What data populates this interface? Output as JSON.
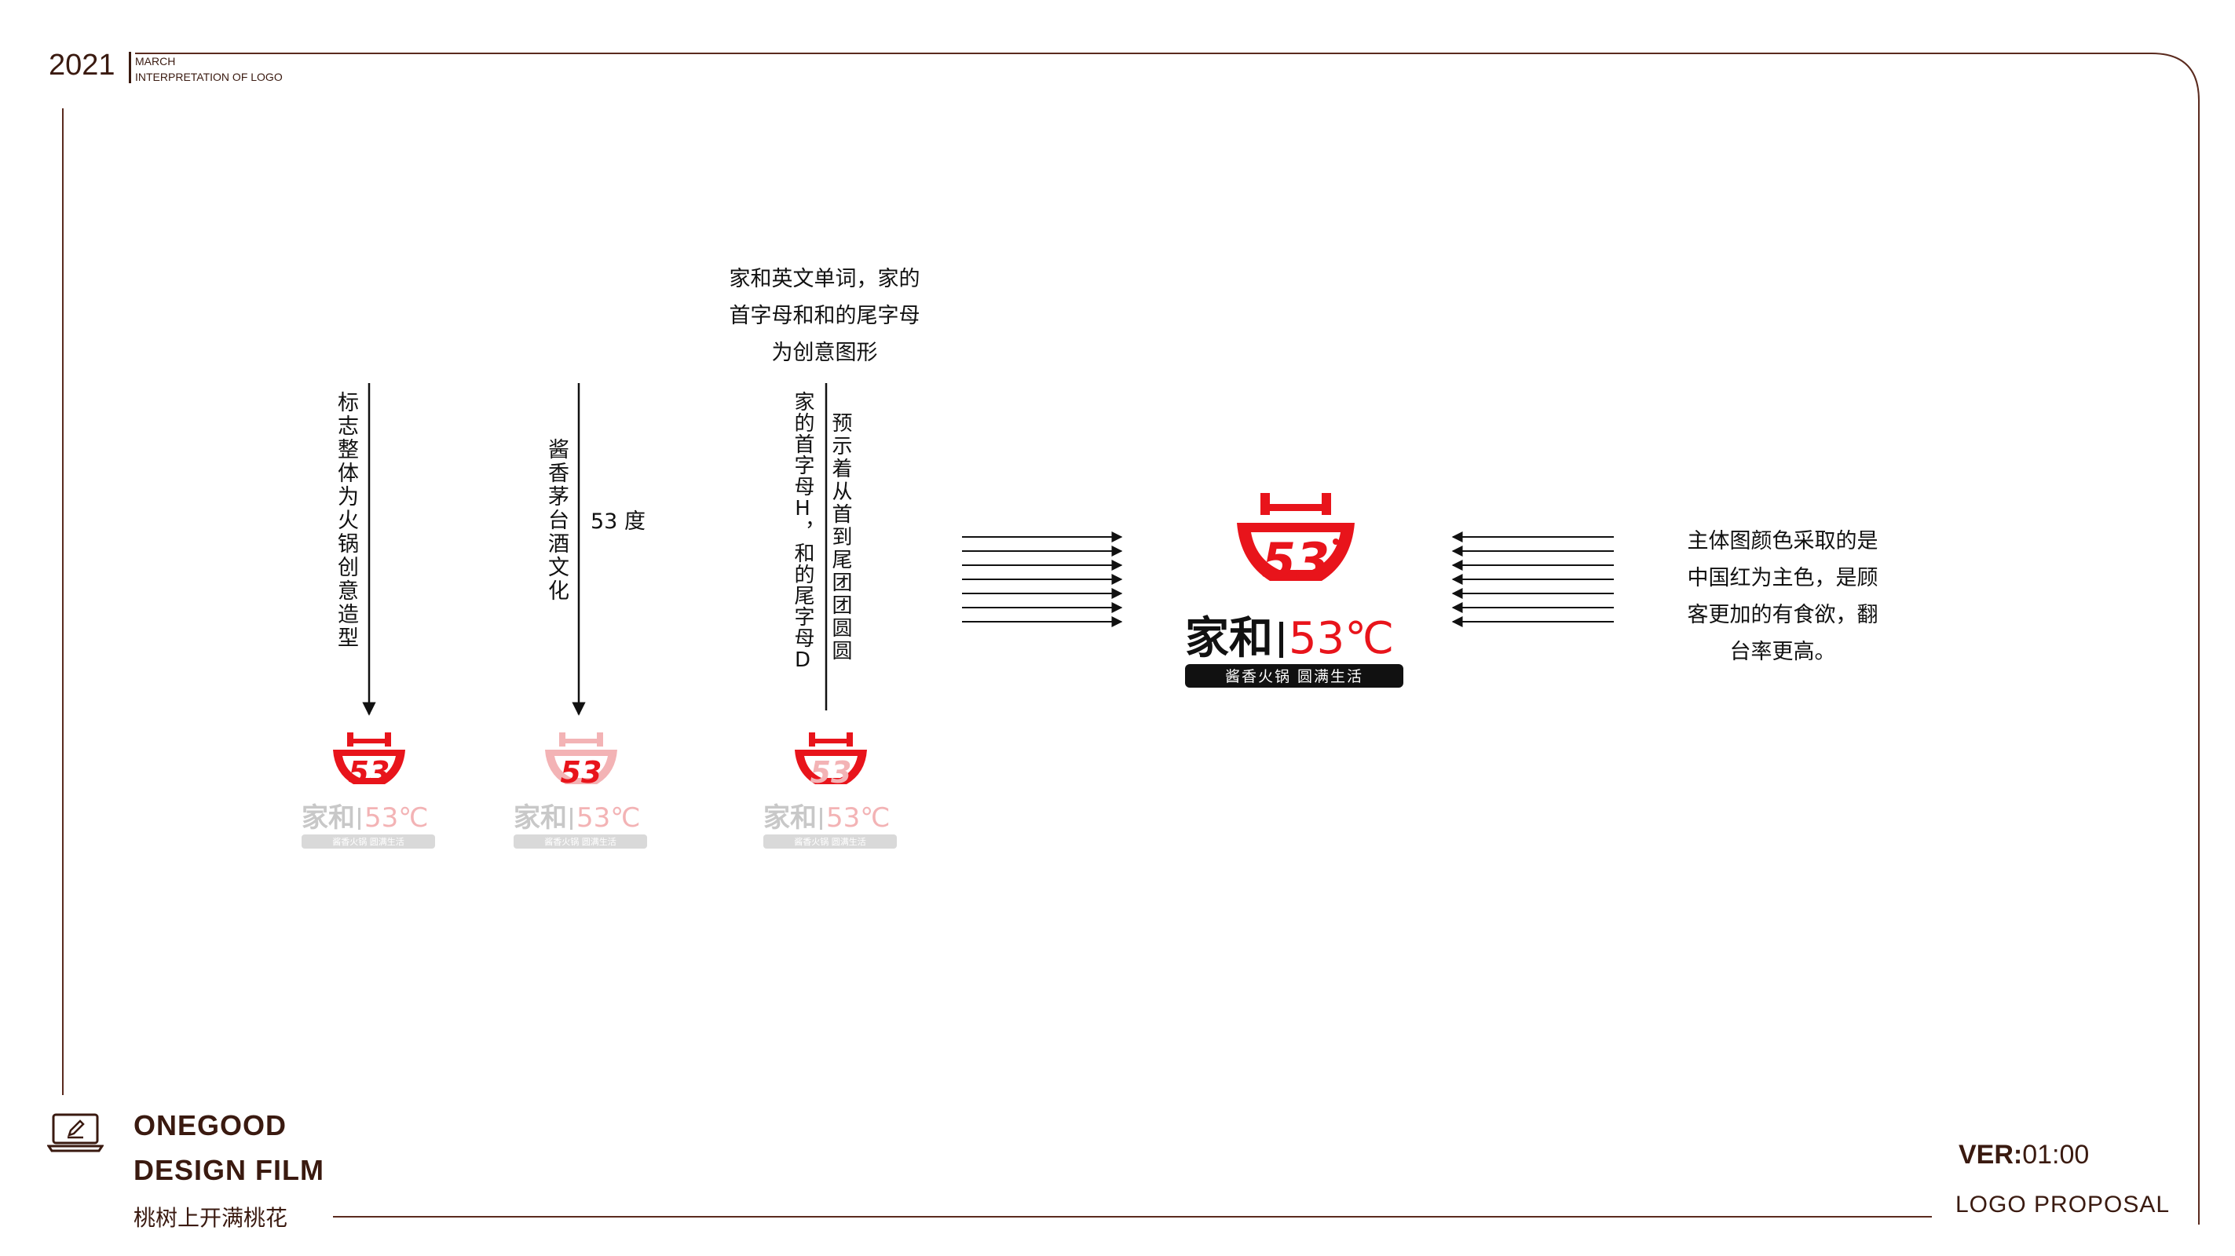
{
  "header": {
    "year": "2021",
    "month": "MARCH",
    "subtitle": "INTERPRETATION OF LOGO"
  },
  "annotations": {
    "overall": "标志整体为火锅创意造型",
    "culture": "酱香茅台酒文化",
    "degree": "53 度",
    "letters_top": [
      "家和英文单词，家的",
      "首字母和和的尾字母",
      "为创意图形"
    ],
    "letters_left": "家的首字母H，和的尾字母D",
    "letters_right": "预示着从首到尾团团圆圆",
    "color_note": [
      "主体图颜色采取的是",
      "中国红为主色，是顾",
      "客更加的有食欲，翻",
      "台率更高。"
    ]
  },
  "logo": {
    "number": "53",
    "name": "家和",
    "degree_text": "53℃",
    "tagline": "酱香火锅  圆满生活",
    "colors": {
      "red": "#e8141b",
      "dark": "#111111",
      "pink": "#f3b3b5",
      "gray": "#c8c8c8"
    }
  },
  "footer": {
    "brand_line1": "ONEGOOD",
    "brand_line2": "DESIGN FILM",
    "slogan": "桃树上开满桃花",
    "ver_label": "VER:",
    "ver_value": "01:00",
    "proposal": "LOGO PROPOSAL"
  },
  "colors": {
    "frame": "#5a2a1e",
    "text_dark": "#3a1a10",
    "brand_red": "#e8141b"
  },
  "icons": [
    "laptop-edit-icon",
    "arrow-down-icon",
    "arrow-right-icon",
    "arrow-left-icon"
  ]
}
